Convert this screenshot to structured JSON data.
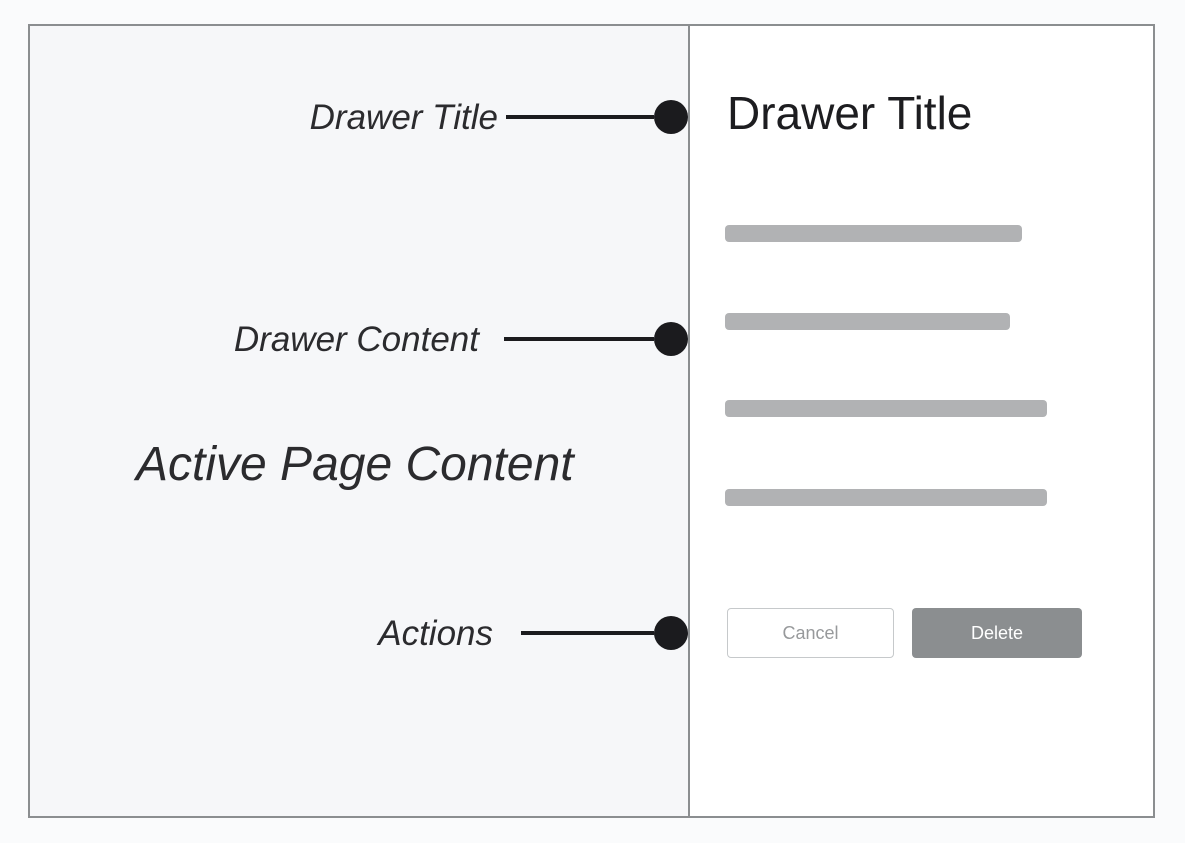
{
  "diagram": {
    "active_page_label": "Active Page Content",
    "callouts": [
      {
        "label": "Drawer Title"
      },
      {
        "label": "Drawer Content"
      },
      {
        "label": "Actions"
      }
    ]
  },
  "drawer": {
    "title": "Drawer Title",
    "placeholder_bar_count": 4,
    "actions": [
      {
        "label": "Cancel",
        "style": "secondary"
      },
      {
        "label": "Delete",
        "style": "primary"
      }
    ]
  },
  "colors": {
    "canvas_background": "#fafbfc",
    "page_background": "#f6f7f9",
    "drawer_background": "#ffffff",
    "border": "#8b8e90",
    "placeholder_bar": "#b1b2b4",
    "callout_ink": "#1b1b1e",
    "annotation_text": "#2b2b2e",
    "heading_text": "#1d1d20",
    "cancel_button_border": "#c6c9cb",
    "cancel_button_text": "#97999b",
    "delete_button_background": "#8b8e90",
    "delete_button_text": "#ffffff"
  }
}
